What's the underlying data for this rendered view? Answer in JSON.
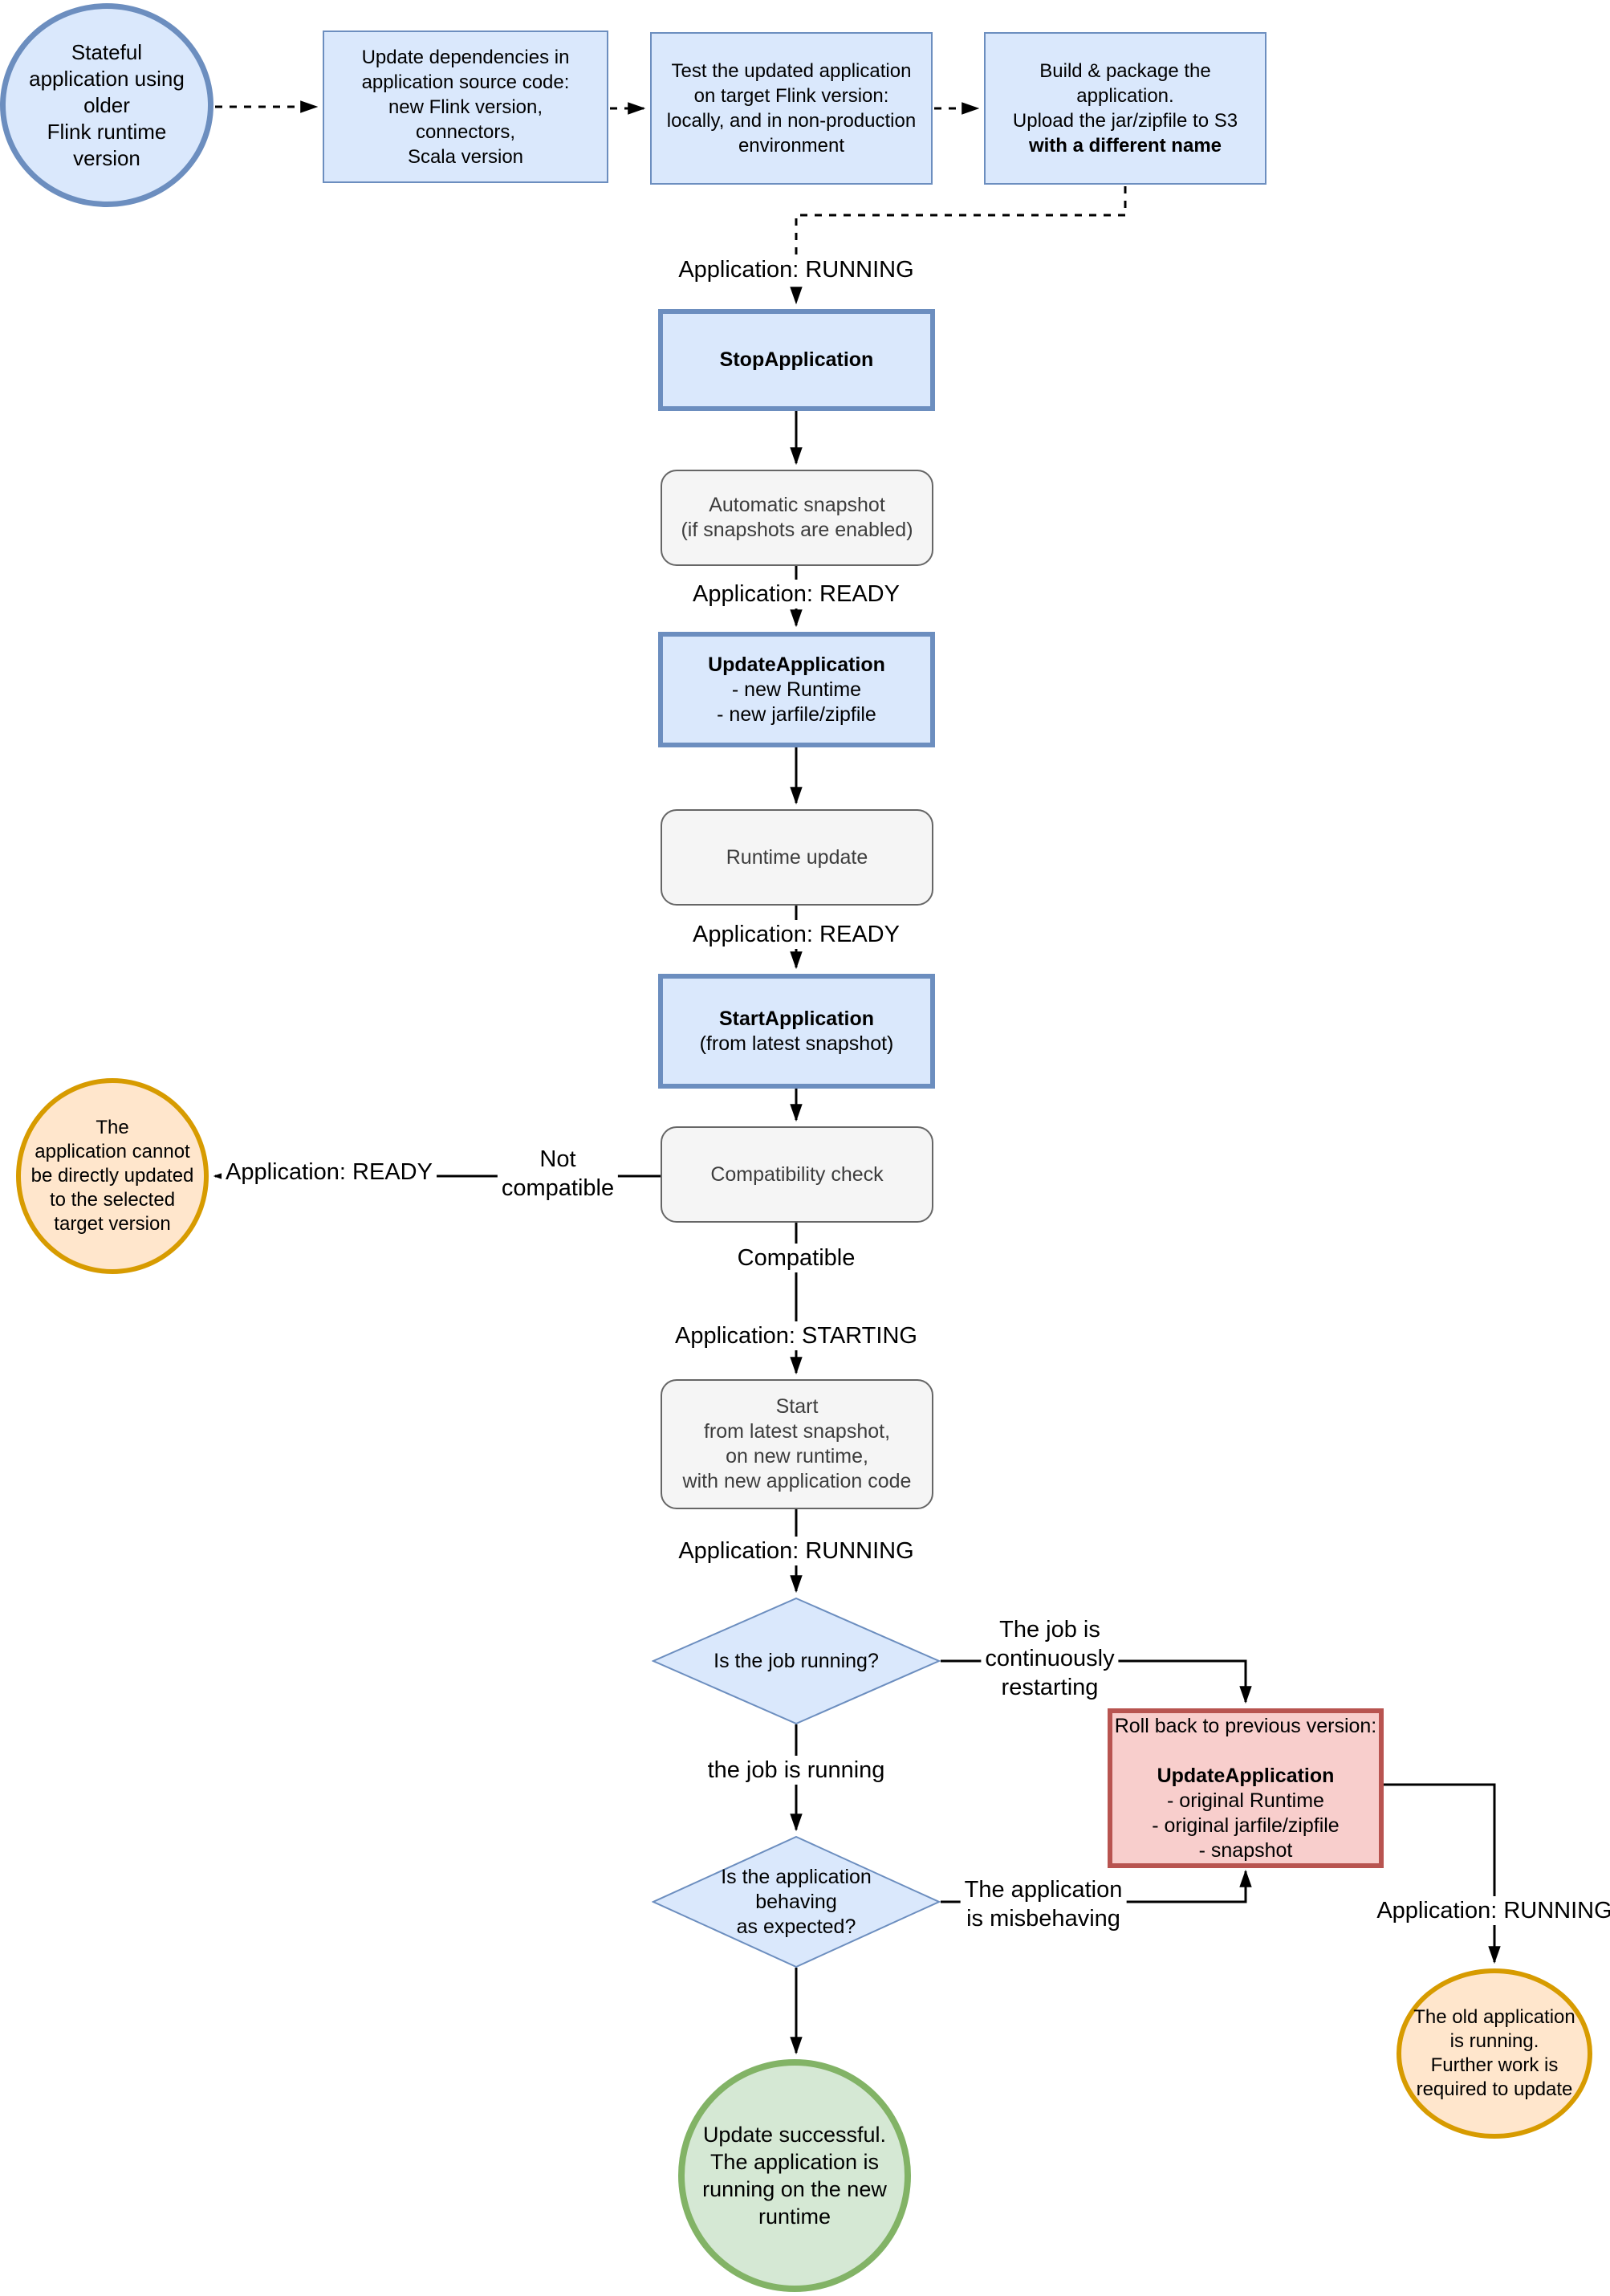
{
  "colors": {
    "blue-fill": "#dae8fc",
    "blue-stroke": "#6c8ebf",
    "gray-fill": "#f5f5f5",
    "gray-stroke": "#666666",
    "orange-fill": "#ffe6cc",
    "orange-stroke": "#d79b00",
    "red-fill": "#f8cecc",
    "red-stroke": "#b85450",
    "green-fill": "#d5e8d4",
    "green-stroke": "#82b366",
    "line": "#000000"
  },
  "nodes": {
    "start_circle": {
      "lines": [
        "Stateful",
        "application using",
        "older",
        "Flink runtime",
        "version"
      ]
    },
    "update_deps": {
      "lines": [
        "Update dependencies in",
        "application source code:",
        "new Flink version,",
        "connectors,",
        "Scala version"
      ]
    },
    "test_app": {
      "lines": [
        "Test the updated application",
        "on target Flink version:",
        "locally, and in non-production",
        "environment"
      ]
    },
    "build_package": {
      "lines": [
        "Build & package the",
        "application.",
        "Upload the jar/zipfile to S3",
        "with a different name"
      ]
    },
    "stop_application": {
      "lines": [
        "StopApplication"
      ]
    },
    "auto_snapshot": {
      "lines": [
        "Automatic snapshot",
        "(if snapshots are enabled)"
      ]
    },
    "update_application": {
      "lines": [
        "UpdateApplication",
        "- new Runtime",
        "- new jarfile/zipfile"
      ]
    },
    "runtime_update": {
      "lines": [
        "Runtime update"
      ]
    },
    "start_application": {
      "lines": [
        "StartApplication",
        "(from latest snapshot)"
      ]
    },
    "compatibility_check": {
      "lines": [
        "Compatibility check"
      ]
    },
    "start_from_snapshot": {
      "lines": [
        "Start",
        "from latest snapshot,",
        "on new runtime,",
        "with new application code"
      ]
    },
    "is_job_running": {
      "lines": [
        "Is the job running?"
      ]
    },
    "is_behaving": {
      "lines": [
        "Is the application",
        "behaving",
        "as expected?"
      ]
    },
    "rollback": {
      "lines": [
        "Roll back to previous version:",
        "",
        "UpdateApplication",
        "- original Runtime",
        "- original jarfile/zipfile",
        "- snapshot"
      ]
    },
    "cannot_update_circle": {
      "lines": [
        "The",
        "application cannot",
        "be directly updated",
        "to the selected",
        "target version"
      ]
    },
    "success_circle": {
      "lines": [
        "Update successful.",
        "The application is",
        "running on the new",
        "runtime"
      ]
    },
    "old_app_circle": {
      "lines": [
        "The old application",
        "is running.",
        "Further work is",
        "required to update"
      ]
    }
  },
  "edge_labels": {
    "app_running_top": "Application: RUNNING",
    "app_ready_1": "Application: READY",
    "app_ready_2": "Application: READY",
    "app_ready_left": "Application: READY",
    "not_compatible": {
      "lines": [
        "Not",
        "compatible"
      ]
    },
    "compatible": "Compatible",
    "app_starting": "Application: STARTING",
    "app_running_mid": "Application: RUNNING",
    "job_restarting": {
      "lines": [
        "The job is",
        "continuously",
        "restarting"
      ]
    },
    "job_running": "the job is running",
    "misbehaving": {
      "lines": [
        "The application",
        "is misbehaving"
      ]
    },
    "app_running_right": "Application: RUNNING"
  }
}
